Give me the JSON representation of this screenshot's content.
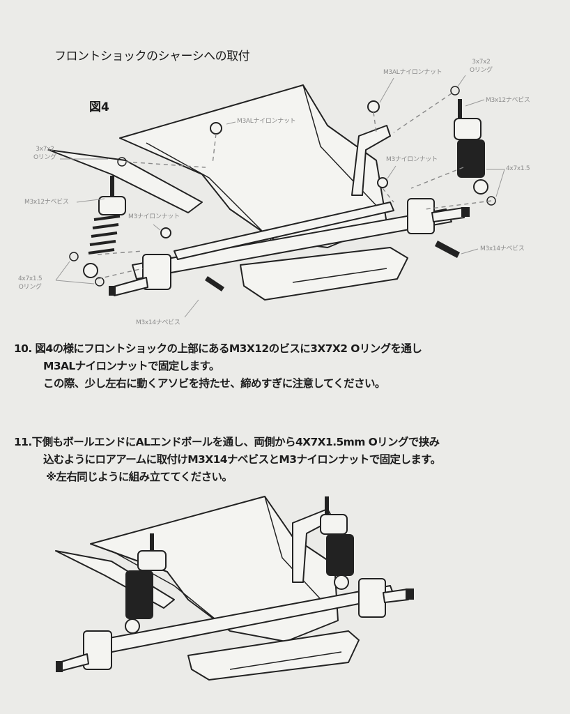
{
  "header": {
    "title": "フロントショックのシャーシへの取付",
    "figure_label": "図4"
  },
  "figure4_labels": {
    "al_nut_center": "M3ALナイロンナット",
    "al_nut_right": "M3ALナイロンナット",
    "oring_right": [
      "3x7x2",
      "Oリング"
    ],
    "screw_m3x12_right": "M3x12ナベビス",
    "nylon_nut_right": "M3ナイロンナット",
    "oring_4x7_right": "4x7x1.5",
    "screw_m3x14_right": "M3x14ナベビス",
    "oring_left": [
      "3x7x2",
      "Oリング"
    ],
    "screw_m3x12_left": "M3x12ナベビス",
    "nylon_nut_left": "M3ナイロンナット",
    "oring_4x7_left": [
      "4x7x1.5",
      "Oリング"
    ],
    "screw_m3x14_left": "M3x14ナベビス"
  },
  "steps": [
    {
      "number": "10.",
      "lines": [
        "図4の様にフロントショックの上部にあるM3X12のビスに3X7X2 Oリングを通し",
        "M3ALナイロンナットで固定します。",
        "この際、少し左右に動くアソビを持たせ、締めすぎに注意してください。"
      ]
    },
    {
      "number": "11.",
      "lines": [
        "下側もボールエンドにALエンドボールを通し、両側から4X7X1.5mm Oリングで挟み",
        "込むようにロアアームに取付けM3X14ナベビスとM3ナイロンナットで固定します。",
        "※左右同じように組み立ててください。"
      ]
    }
  ]
}
